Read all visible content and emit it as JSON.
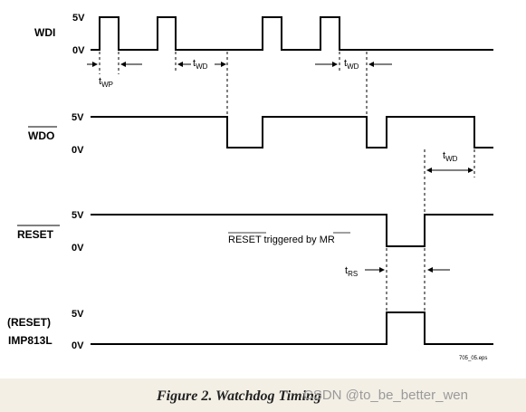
{
  "signals": {
    "wdi": "WDI",
    "wdo": "WDO",
    "reset": "RESET",
    "reset_paren": "(RESET)",
    "imp813l": "IMP813L"
  },
  "levels": {
    "high": "5V",
    "low": "0V"
  },
  "timing": {
    "t_letter": "t",
    "wp_sub": "WP",
    "wd_sub": "WD",
    "rs_sub": "RS"
  },
  "annotation": {
    "reset_prefix": "RESET",
    "triggered_by": " triggered by ",
    "mr": "MR"
  },
  "file_ref": "705_05.eps",
  "caption": "Figure 2. Watchdog Timing",
  "watermark": "CSDN @to_be_better_wen"
}
